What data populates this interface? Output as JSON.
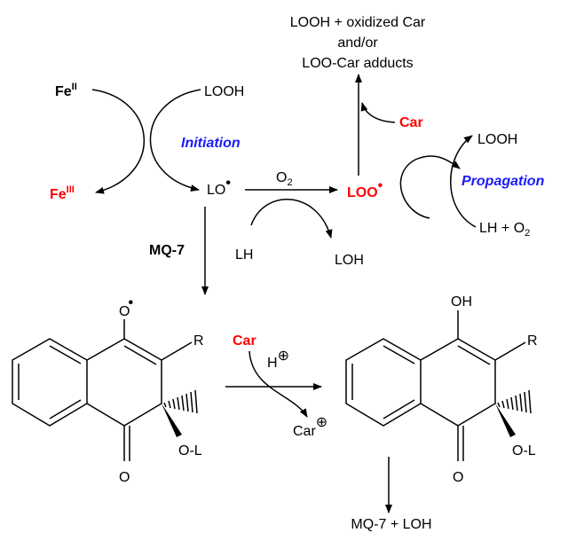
{
  "products": {
    "line1": "LOOH + oxidized Car",
    "line2": "and/or",
    "line3": "LOO-Car adducts"
  },
  "initiation": {
    "fe2": "Fe",
    "fe2_sup": "II",
    "fe3": "Fe",
    "fe3_sup": "III",
    "looh": "LOOH",
    "label": "Initiation",
    "lo": "LO",
    "radical_dot": "•"
  },
  "oxygen": {
    "o": "O",
    "sub": "2"
  },
  "middle": {
    "lh": "LH",
    "loh": "LOH"
  },
  "propagation": {
    "car": "Car",
    "looh": "LOOH",
    "loo": "LOO",
    "radical_dot": "•",
    "label": "Propagation",
    "lh_o2": "LH + O",
    "sub": "2"
  },
  "mq_label": "MQ-7",
  "left_molecule": {
    "o_radical": "O",
    "dot": "•",
    "r": "R",
    "keto_o": "O",
    "ol": "O-L"
  },
  "right_molecule": {
    "oh": "OH",
    "r": "R",
    "keto_o": "O",
    "ol": "O-L"
  },
  "bottom_reaction": {
    "car": "Car",
    "h": "H",
    "plus": "⊕",
    "car_out": "Car",
    "car_plus": "⊕"
  },
  "final_products": "MQ-7  + LOH",
  "colors": {
    "red": "#ff0000",
    "blue": "#1a1aff"
  }
}
